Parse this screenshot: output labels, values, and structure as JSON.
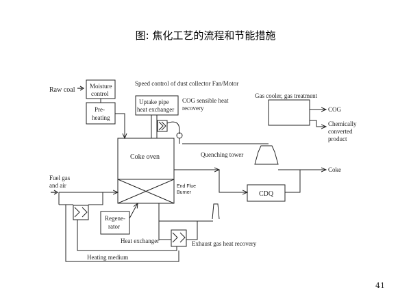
{
  "title": "图: 焦化工艺的流程和节能措施",
  "page_number": "41",
  "diagram": {
    "speed_control": "Speed control of dust collector  Fan/Motor",
    "raw_coal": "Raw coal",
    "moisture_control_1": "Moisture",
    "moisture_control_2": "control",
    "preheating_1": "Pre-",
    "preheating_2": "heating",
    "uptake_1": "Uptake pipe",
    "uptake_2": "heat exchanger",
    "cog_sensible_1": "COG sensible heat",
    "cog_sensible_2": "recovery",
    "gas_cooler": "Gas cooler, gas treatment",
    "cog_output": "COG",
    "chem_1": "Chemically",
    "chem_2": "converted",
    "chem_3": "product",
    "coke_oven": "Coke oven",
    "quenching_tower": "Quenching tower",
    "coke_output": "Coke",
    "fuel_gas_1": "Fuel gas",
    "fuel_gas_2": "and air",
    "end_flue_1": "End Flue",
    "end_flue_2": "Burner",
    "cdq": "CDQ",
    "regenerator_1": "Regene-",
    "regenerator_2": "rator",
    "heat_exchanger": "Heat exchanger",
    "exhaust_gas": "Exhaust gas heat recovery",
    "heating_medium": "Heating medium"
  }
}
